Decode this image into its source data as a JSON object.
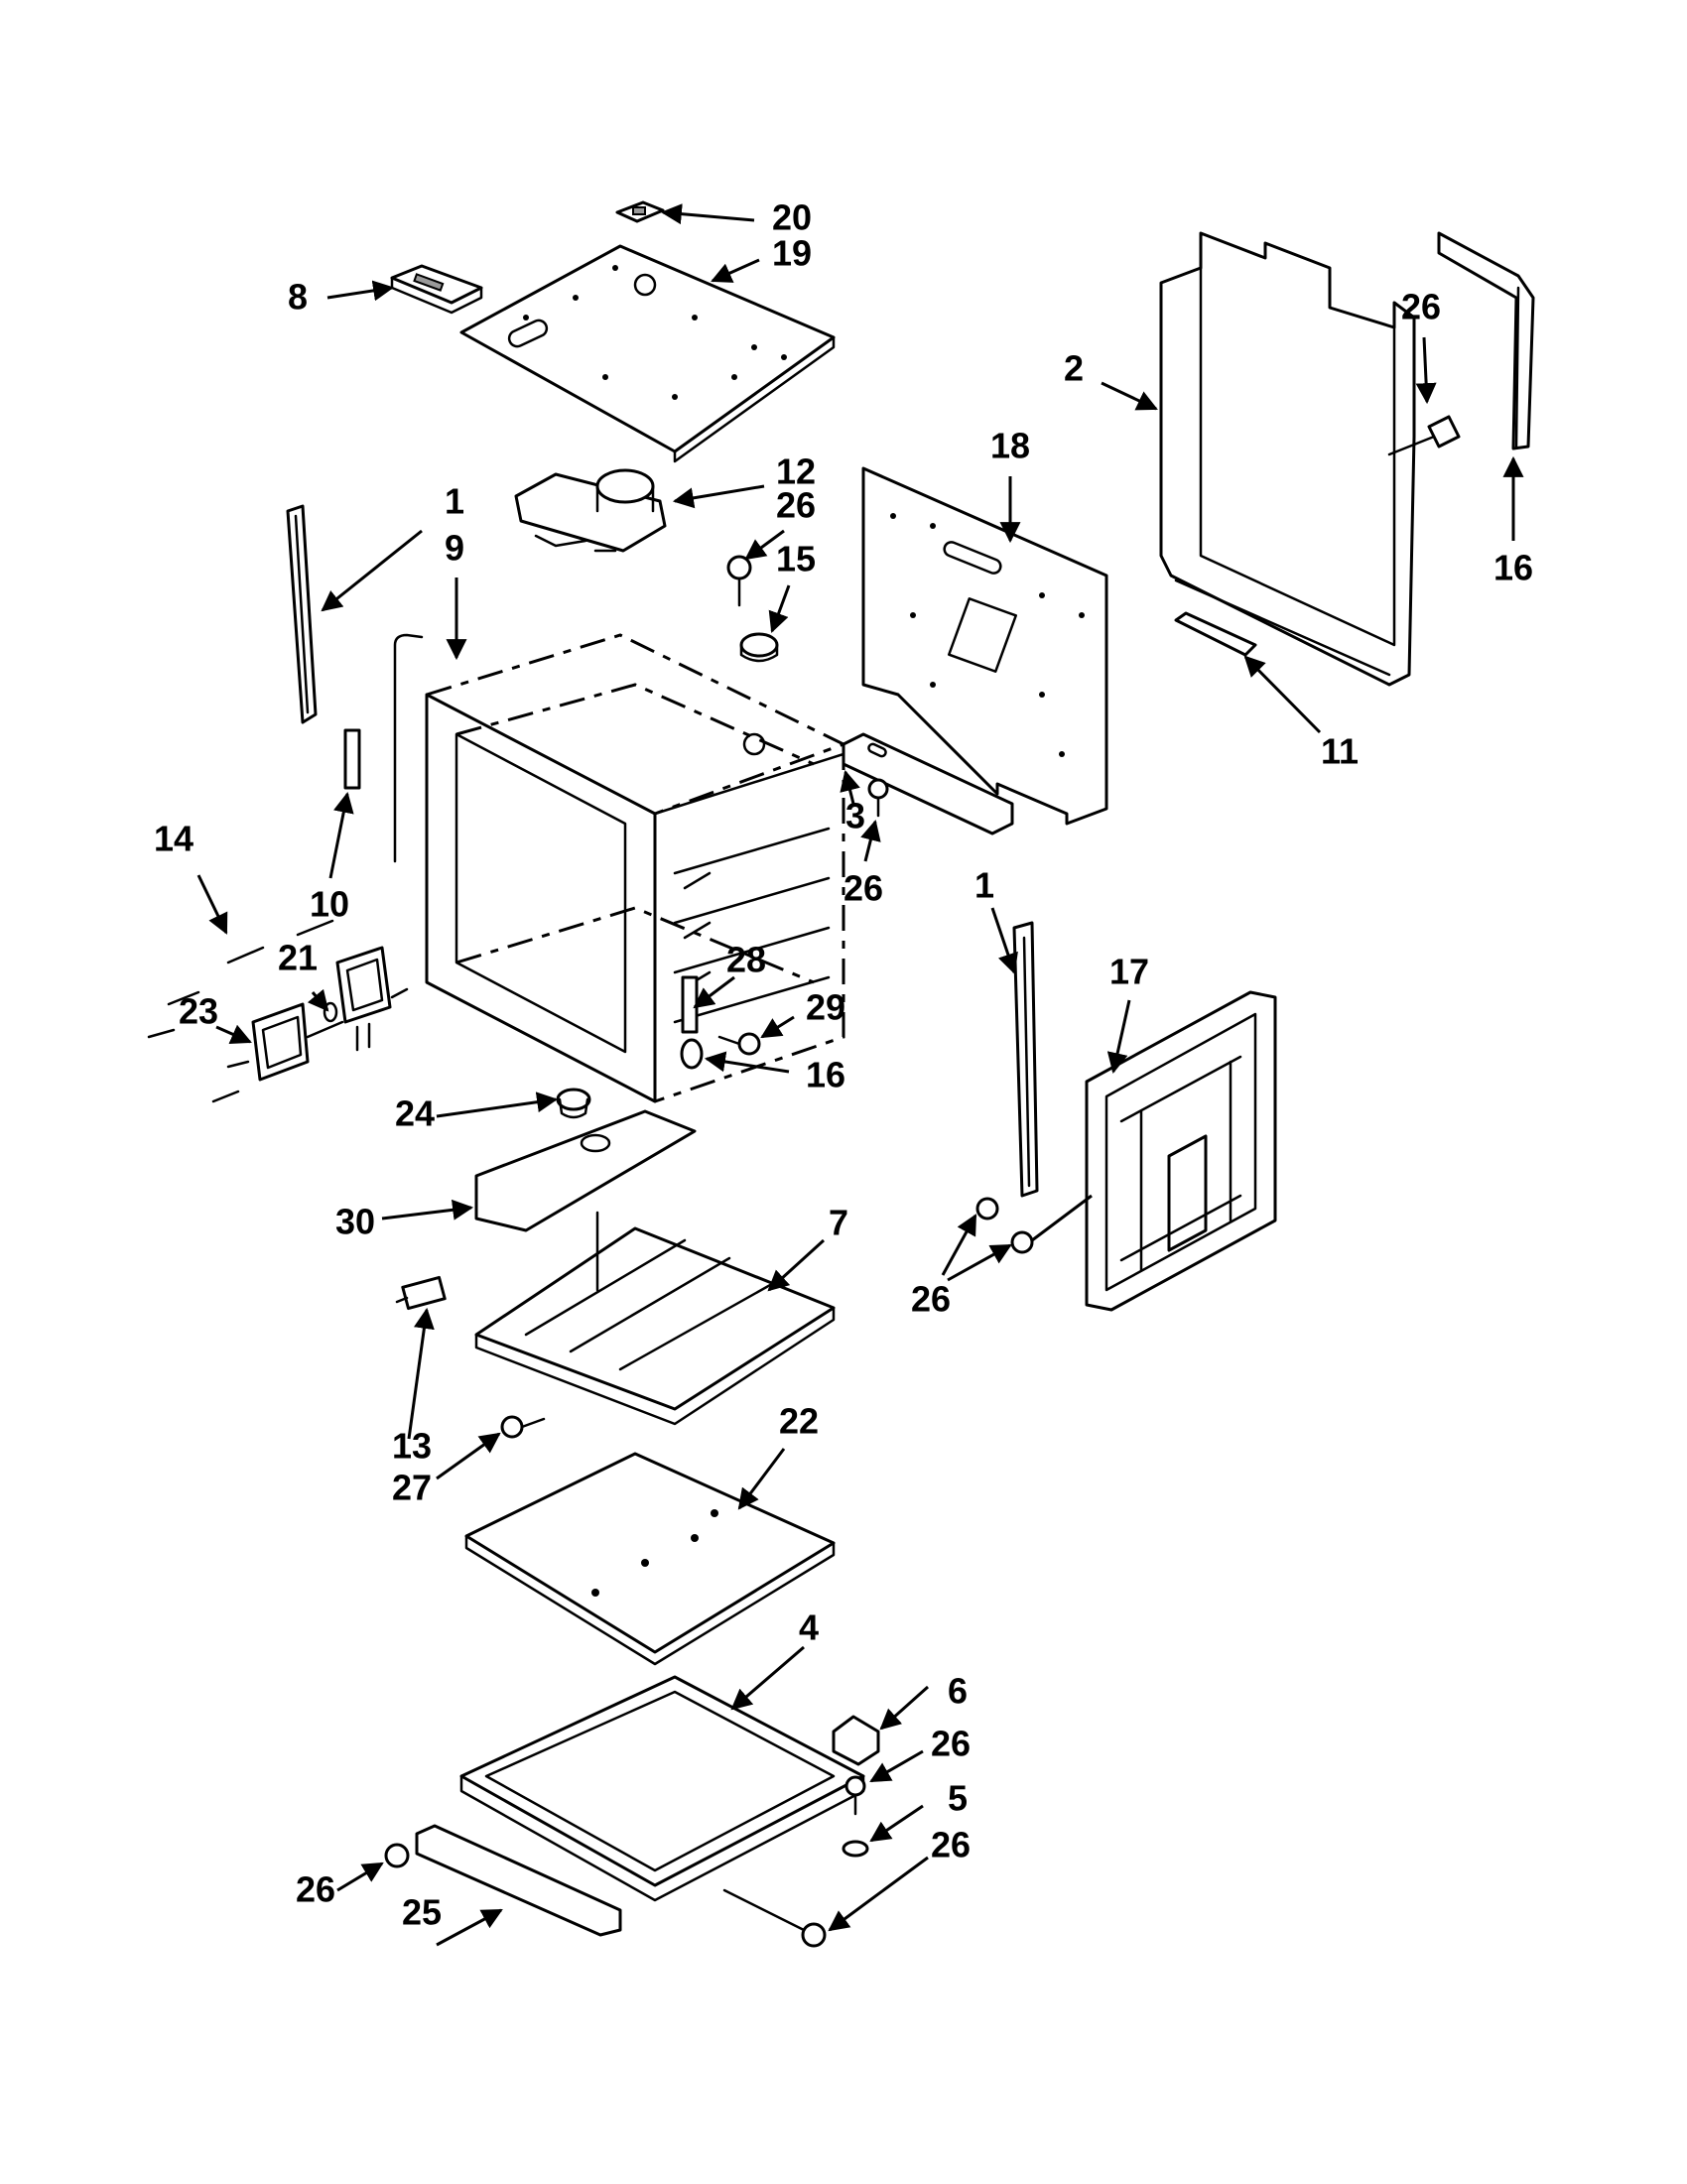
{
  "callouts": [
    {
      "id": "c20",
      "label": "20"
    },
    {
      "id": "c19",
      "label": "19"
    },
    {
      "id": "c8",
      "label": "8"
    },
    {
      "id": "c26a",
      "label": "26"
    },
    {
      "id": "c2",
      "label": "2"
    },
    {
      "id": "c18",
      "label": "18"
    },
    {
      "id": "c12",
      "label": "12"
    },
    {
      "id": "c26b",
      "label": "26"
    },
    {
      "id": "c15",
      "label": "15"
    },
    {
      "id": "c1a",
      "label": "1"
    },
    {
      "id": "c9",
      "label": "9"
    },
    {
      "id": "c16a",
      "label": "16"
    },
    {
      "id": "c11",
      "label": "11"
    },
    {
      "id": "c3",
      "label": "3"
    },
    {
      "id": "c26c",
      "label": "26"
    },
    {
      "id": "c10",
      "label": "10"
    },
    {
      "id": "c14",
      "label": "14"
    },
    {
      "id": "c21",
      "label": "21"
    },
    {
      "id": "c23",
      "label": "23"
    },
    {
      "id": "c28",
      "label": "28"
    },
    {
      "id": "c29",
      "label": "29"
    },
    {
      "id": "c16b",
      "label": "16"
    },
    {
      "id": "c1b",
      "label": "1"
    },
    {
      "id": "c17",
      "label": "17"
    },
    {
      "id": "c24",
      "label": "24"
    },
    {
      "id": "c30",
      "label": "30"
    },
    {
      "id": "c7",
      "label": "7"
    },
    {
      "id": "c26d",
      "label": "26"
    },
    {
      "id": "c13",
      "label": "13"
    },
    {
      "id": "c27",
      "label": "27"
    },
    {
      "id": "c22",
      "label": "22"
    },
    {
      "id": "c4",
      "label": "4"
    },
    {
      "id": "c6",
      "label": "6"
    },
    {
      "id": "c26e",
      "label": "26"
    },
    {
      "id": "c5",
      "label": "5"
    },
    {
      "id": "c26f",
      "label": "26"
    },
    {
      "id": "c26g",
      "label": "26"
    },
    {
      "id": "c25",
      "label": "25"
    }
  ]
}
